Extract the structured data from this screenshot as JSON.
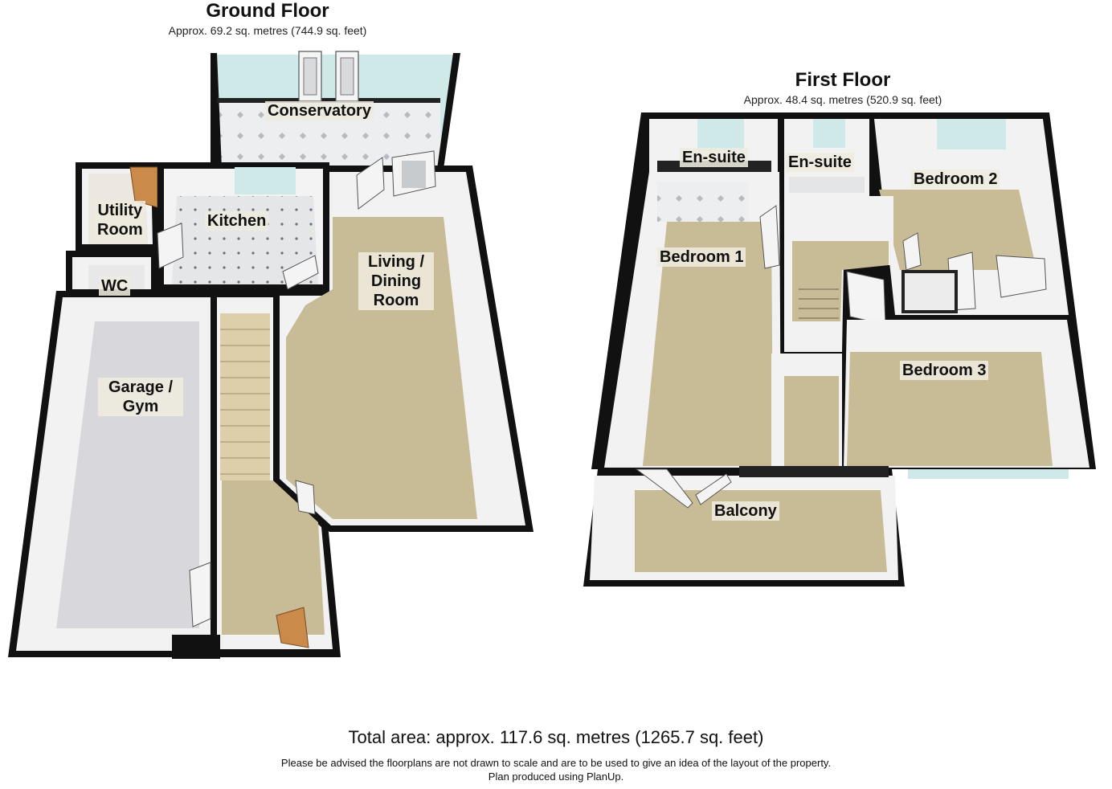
{
  "ground_floor": {
    "title": "Ground Floor",
    "area": "Approx. 69.2 sq. metres (744.9 sq. feet)",
    "rooms": {
      "conservatory": "Conservatory",
      "utility_room": [
        "Utility",
        "Room"
      ],
      "kitchen": "Kitchen",
      "wc": "WC",
      "living_dining": [
        "Living /",
        "Dining",
        "Room"
      ],
      "garage_gym": [
        "Garage /",
        "Gym"
      ]
    }
  },
  "first_floor": {
    "title": "First Floor",
    "area": "Approx. 48.4 sq. metres (520.9 sq. feet)",
    "rooms": {
      "ensuite_1": "En-suite",
      "ensuite_2": "En-suite",
      "bedroom_2": "Bedroom 2",
      "bedroom_1": "Bedroom 1",
      "bedroom_3": "Bedroom 3",
      "balcony": "Balcony"
    }
  },
  "total_area": "Total area: approx. 117.6 sq. metres (1265.7 sq. feet)",
  "disclaimer": "Please be advised the floorplans are not drawn to scale and are to be used to give an idea of the layout of the property.",
  "producer": "Plan produced using PlanUp.",
  "colors": {
    "wall": "#111111",
    "wall_face": "#f4f4f4",
    "carpet": "#c9bd98",
    "tile": "#e2e4e6",
    "garage_floor": "#d9d9dc",
    "glass": "#cfe8e8",
    "door": "#c98a4a"
  }
}
